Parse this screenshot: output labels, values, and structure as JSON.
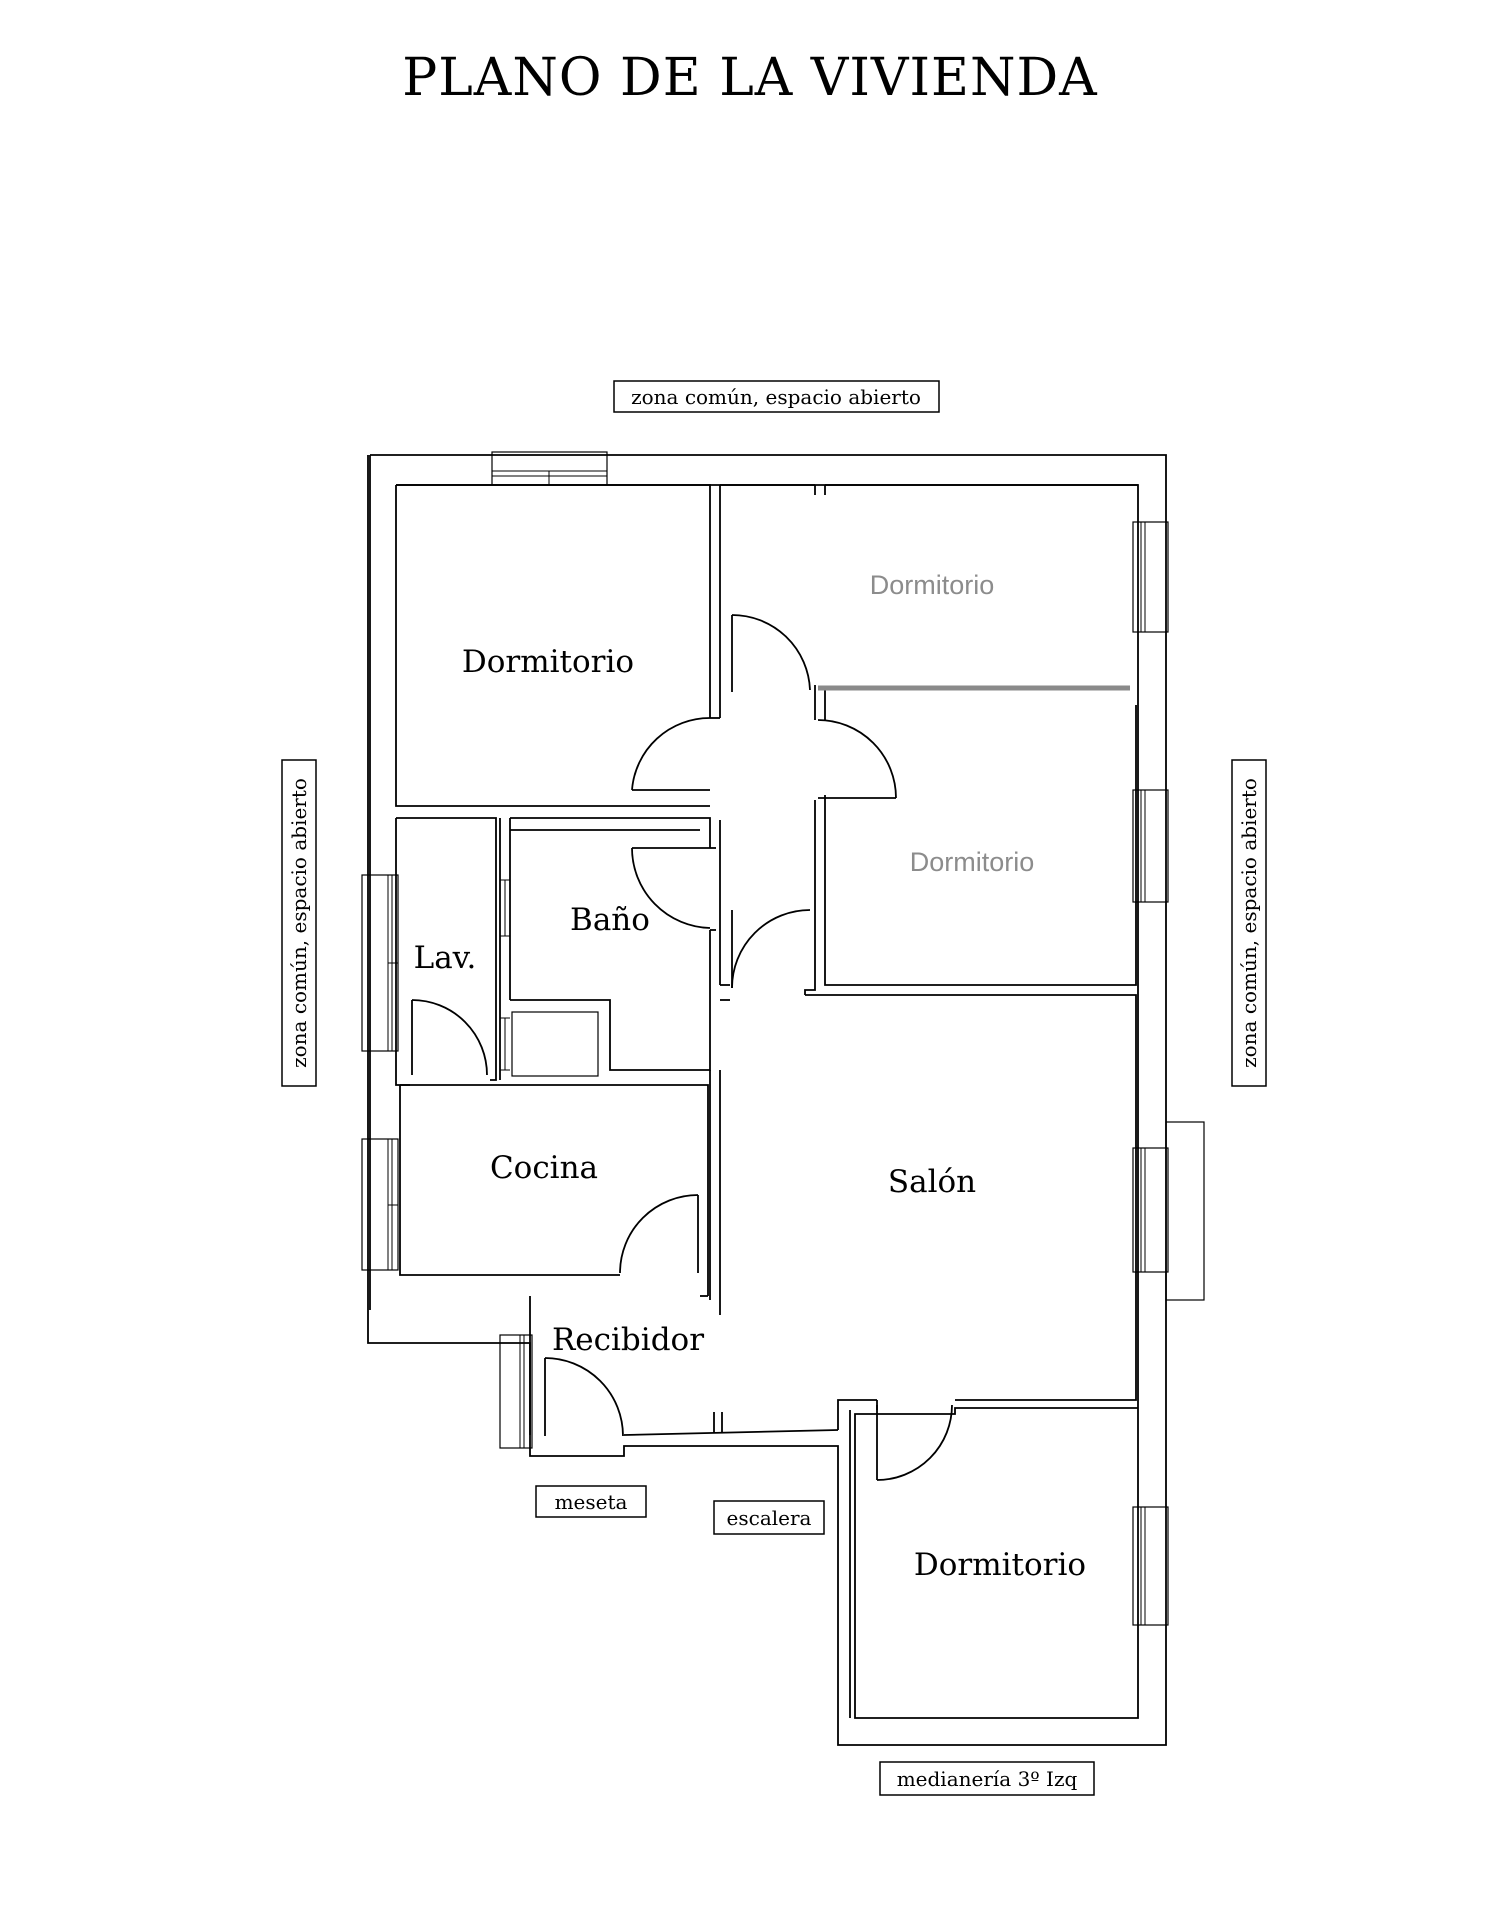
{
  "title": "PLANO DE LA VIVIENDA",
  "rooms": {
    "dormitorio_nw": "Dormitorio",
    "dormitorio_ne": "Dormitorio",
    "dormitorio_e": "Dormitorio",
    "bano": "Baño",
    "lavadero": "Lav.",
    "cocina": "Cocina",
    "salon": "Salón",
    "recibidor": "Recibidor",
    "dormitorio_se": "Dormitorio"
  },
  "labels": {
    "top": "zona común, espacio abierto",
    "left": "zona común, espacio abierto",
    "right": "zona común, espacio abierto",
    "meseta": "meseta",
    "escalera": "escalera",
    "bottom": "medianería 3º Izq"
  },
  "colors": {
    "wall": "#000000",
    "grey_label": "#8c8c8c",
    "grey_partition": "#8a8a8a"
  }
}
